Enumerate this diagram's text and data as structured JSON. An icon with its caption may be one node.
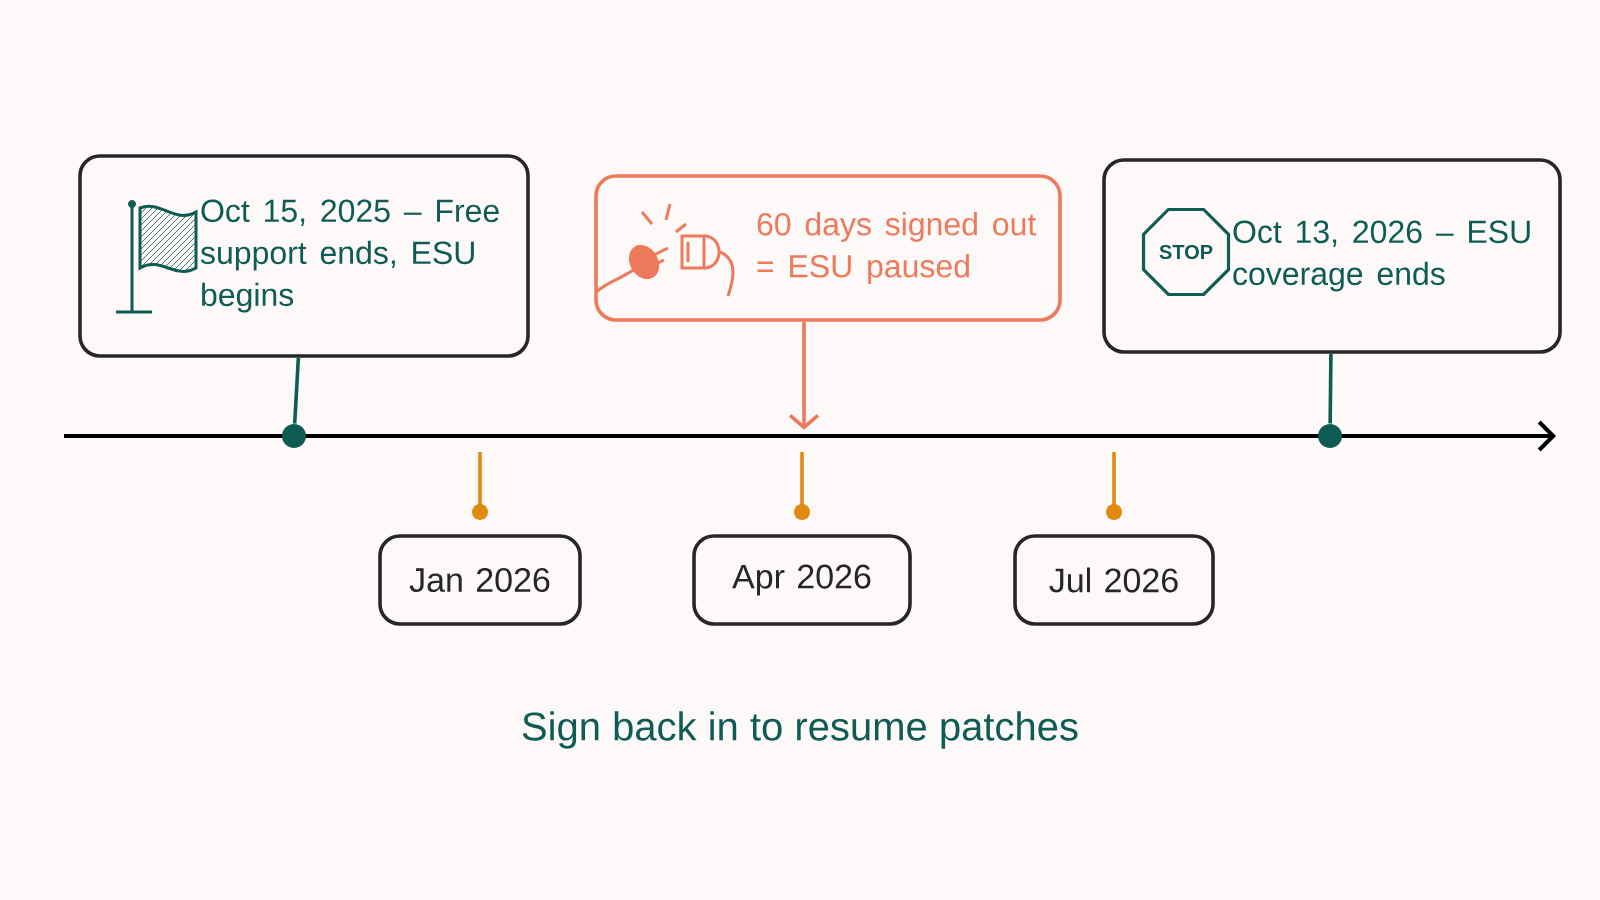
{
  "diagram": {
    "caption": "Sign back in to resume patches",
    "nodes": [
      {
        "text": [
          "Oct 15, 2025 – Free support ends, ESU begins"
        ]
      },
      {
        "text": [],
        "shape": "circle"
      },
      {
        "text": [
          "60 days signed out = ESU paused"
        ]
      },
      {
        "text": [
          "Oct 13, 2026 – ESU coverage ends"
        ]
      },
      {
        "text": [],
        "shape": "circle"
      },
      {
        "text": [
          "Jan 2026"
        ]
      },
      {
        "text": [
          "Apr 2026"
        ]
      },
      {
        "text": [
          "Jul 2026"
        ]
      }
    ],
    "edges": [
      {
        "from": 0,
        "to": 1,
        "arrow": "none"
      },
      {
        "from": 2,
        "to": null,
        "arrow": "to",
        "color": "#ee7a5c"
      },
      {
        "from": 3,
        "to": 4,
        "arrow": "none"
      }
    ],
    "labels": [
      "STOP"
    ]
  }
}
